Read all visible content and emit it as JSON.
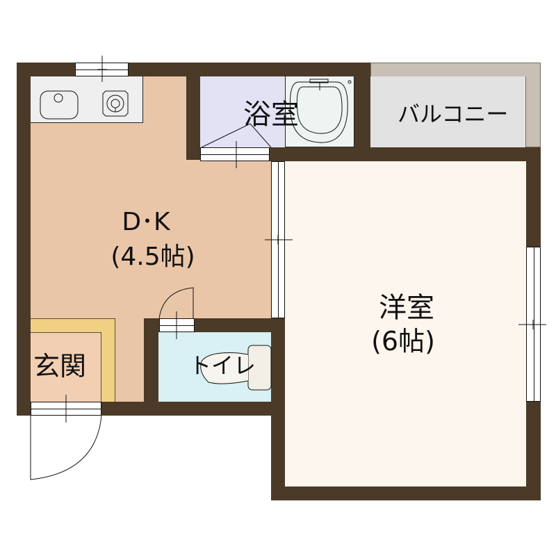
{
  "floor_plan": {
    "colors": {
      "wall": "#4a3a27",
      "dk_floor": "#eac6a8",
      "kitchen_counter": "#efefef",
      "bath_vestibule": "#e3e2f5",
      "bath_tub_area": "#eef4f2",
      "balcony_floor": "#e2e2e2",
      "balcony_rail": "#c8bfb5",
      "western_floor": "#fdf6ee",
      "toilet_floor": "#d9f0f4",
      "entrance_floor": "#f2cfb3",
      "entrance_step": "#f0d184"
    },
    "rooms": {
      "dk": {
        "name": "D･K",
        "size": "(4.5帖)"
      },
      "bath": {
        "name": "浴室"
      },
      "balcony": {
        "name": "バルコニー"
      },
      "western": {
        "name": "洋室",
        "size": "(6帖)"
      },
      "toilet": {
        "name": "トイレ"
      },
      "entrance": {
        "name": "玄関"
      }
    },
    "fixtures": [
      "sink-icon",
      "gas-stove-icon",
      "bathtub-icon",
      "toilet-icon"
    ]
  }
}
